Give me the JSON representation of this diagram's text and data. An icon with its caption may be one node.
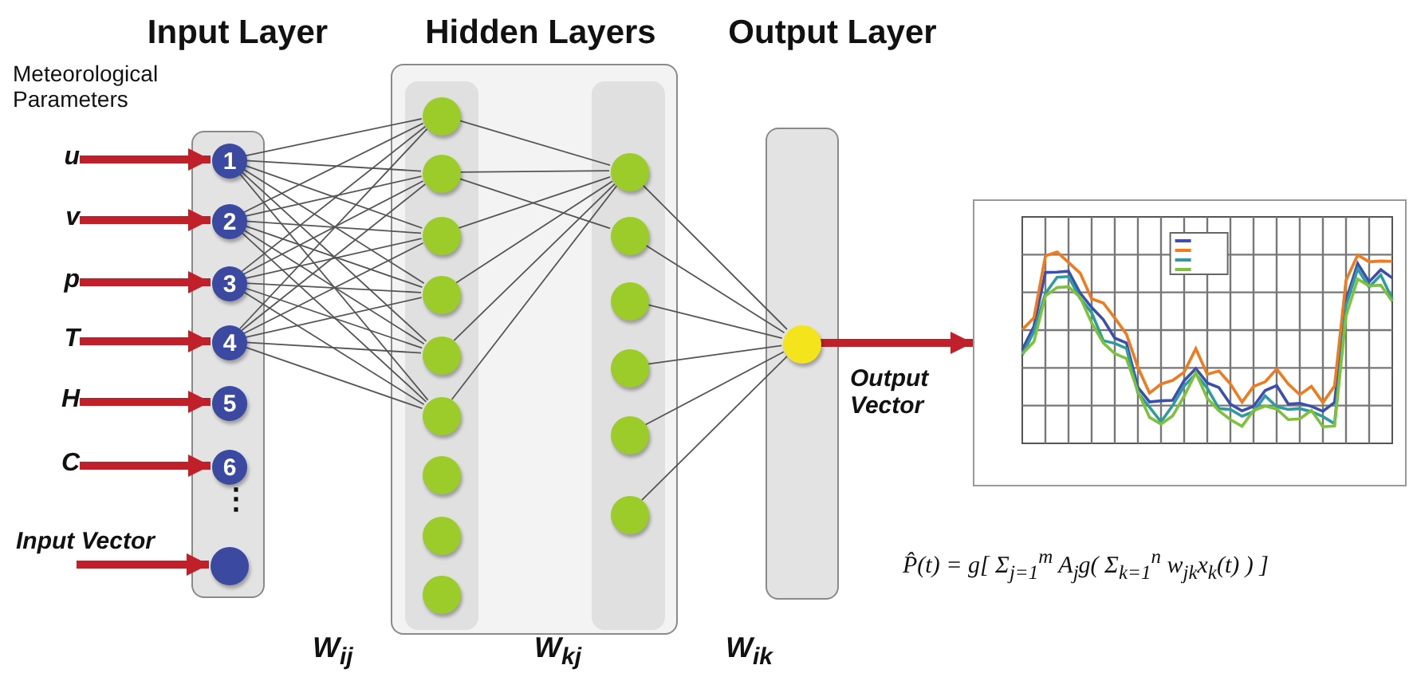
{
  "diagram": {
    "nodes": [
      {
        "text": [
          "Input Layer"
        ]
      },
      {
        "text": [
          "1"
        ],
        "in": 0
      },
      {
        "text": [
          "2"
        ],
        "in": 0
      },
      {
        "text": [
          "3"
        ],
        "in": 0
      },
      {
        "text": [
          "4"
        ],
        "in": 0
      },
      {
        "text": [
          "5"
        ],
        "in": 0
      },
      {
        "text": [
          "6"
        ],
        "in": 0
      },
      {
        "text": [],
        "shape": "circle",
        "in": 0
      },
      {
        "text": [
          "Hidden Layers"
        ]
      },
      {
        "text": [],
        "shape": "bar",
        "in": 8
      },
      {
        "text": [],
        "shape": "circle",
        "in": 9
      },
      {
        "text": [],
        "shape": "circle",
        "in": 9
      },
      {
        "text": [],
        "shape": "circle",
        "in": 9
      },
      {
        "text": [],
        "shape": "circle",
        "in": 9
      },
      {
        "text": [],
        "shape": "circle",
        "in": 9
      },
      {
        "text": [],
        "shape": "circle",
        "in": 9
      },
      {
        "text": [],
        "shape": "circle",
        "in": 9
      },
      {
        "text": [],
        "shape": "circle",
        "in": 9
      },
      {
        "text": [],
        "shape": "circle",
        "in": 9
      },
      {
        "text": [],
        "shape": "bar",
        "in": 8
      },
      {
        "text": [],
        "shape": "circle",
        "in": 19
      },
      {
        "text": [],
        "shape": "circle",
        "in": 19
      },
      {
        "text": [],
        "shape": "circle",
        "in": 19
      },
      {
        "text": [],
        "shape": "circle",
        "in": 19
      },
      {
        "text": [],
        "shape": "circle",
        "in": 19
      },
      {
        "text": [],
        "shape": "circle",
        "in": 19
      },
      {
        "text": [
          "Output Layer"
        ]
      },
      {
        "text": [],
        "shape": "circle",
        "in": 26
      },
      {
        "text": [
          "u"
        ]
      },
      {
        "text": [
          "v"
        ]
      },
      {
        "text": [
          "p"
        ]
      },
      {
        "text": [
          "T"
        ]
      },
      {
        "text": [
          "H"
        ]
      },
      {
        "text": [
          "C"
        ]
      },
      {
        "text": [],
        "shape": "picture"
      }
    ],
    "edges": [
      {
        "from": 28,
        "to": 1,
        "arrow": "to",
        "style": "thick",
        "color": "#c0202a"
      },
      {
        "from": 29,
        "to": 2,
        "arrow": "to",
        "style": "thick",
        "color": "#c0202a"
      },
      {
        "from": 30,
        "to": 3,
        "arrow": "to",
        "style": "thick",
        "color": "#c0202a"
      },
      {
        "from": 31,
        "to": 4,
        "arrow": "to",
        "style": "thick",
        "color": "#c0202a"
      },
      {
        "from": 32,
        "to": 5,
        "arrow": "to",
        "style": "thick",
        "color": "#c0202a"
      },
      {
        "from": 33,
        "to": 6,
        "arrow": "to",
        "style": "thick",
        "color": "#c0202a"
      },
      {
        "from": null,
        "to": 7,
        "arrow": "to",
        "label": "Input Vector",
        "style": "thick",
        "color": "#c0202a"
      },
      {
        "from": 1,
        "to": 10,
        "arrow": "none"
      },
      {
        "from": 1,
        "to": 11,
        "arrow": "none"
      },
      {
        "from": 1,
        "to": 12,
        "arrow": "none"
      },
      {
        "from": 1,
        "to": 13,
        "arrow": "none"
      },
      {
        "from": 1,
        "to": 14,
        "arrow": "none"
      },
      {
        "from": 1,
        "to": 15,
        "arrow": "none"
      },
      {
        "from": 2,
        "to": 10,
        "arrow": "none"
      },
      {
        "from": 2,
        "to": 11,
        "arrow": "none"
      },
      {
        "from": 2,
        "to": 12,
        "arrow": "none"
      },
      {
        "from": 2,
        "to": 13,
        "arrow": "none"
      },
      {
        "from": 2,
        "to": 14,
        "arrow": "none"
      },
      {
        "from": 2,
        "to": 15,
        "arrow": "none"
      },
      {
        "from": 3,
        "to": 10,
        "arrow": "none"
      },
      {
        "from": 3,
        "to": 11,
        "arrow": "none"
      },
      {
        "from": 3,
        "to": 12,
        "arrow": "none"
      },
      {
        "from": 3,
        "to": 13,
        "arrow": "none"
      },
      {
        "from": 3,
        "to": 14,
        "arrow": "none"
      },
      {
        "from": 3,
        "to": 15,
        "arrow": "none"
      },
      {
        "from": 4,
        "to": 10,
        "arrow": "none"
      },
      {
        "from": 4,
        "to": 11,
        "arrow": "none"
      },
      {
        "from": 4,
        "to": 12,
        "arrow": "none"
      },
      {
        "from": 4,
        "to": 13,
        "arrow": "none"
      },
      {
        "from": 4,
        "to": 14,
        "arrow": "none"
      },
      {
        "from": 4,
        "to": 15,
        "arrow": "none"
      },
      {
        "from": 10,
        "to": 20,
        "arrow": "none"
      },
      {
        "from": 11,
        "to": 20,
        "arrow": "none"
      },
      {
        "from": 11,
        "to": 21,
        "arrow": "none"
      },
      {
        "from": 12,
        "to": 20,
        "arrow": "none"
      },
      {
        "from": 13,
        "to": 20,
        "arrow": "none"
      },
      {
        "from": 14,
        "to": 20,
        "arrow": "none"
      },
      {
        "from": 15,
        "to": 20,
        "arrow": "none"
      },
      {
        "from": 20,
        "to": 27,
        "arrow": "none"
      },
      {
        "from": 21,
        "to": 27,
        "arrow": "none"
      },
      {
        "from": 22,
        "to": 27,
        "arrow": "none"
      },
      {
        "from": 23,
        "to": 27,
        "arrow": "none"
      },
      {
        "from": 24,
        "to": 27,
        "arrow": "none"
      },
      {
        "from": 25,
        "to": 27,
        "arrow": "none"
      },
      {
        "from": 27,
        "to": 34,
        "arrow": "to",
        "label": "Output Vector",
        "style": "thick",
        "color": "#c0202a"
      }
    ],
    "labels": [
      "Meteorological Parameters",
      "⋮",
      "P̂(t) = g[ Σ$_{j=1}$$^{m}$ A$_{j}$g( Σ$_{k=1}$$^{n}$ w$_{jk}$x$_{k}$(t) ) ]",
      "W$_{ij}$",
      "W$_{kj}$",
      "W$_{ik}$"
    ]
  }
}
